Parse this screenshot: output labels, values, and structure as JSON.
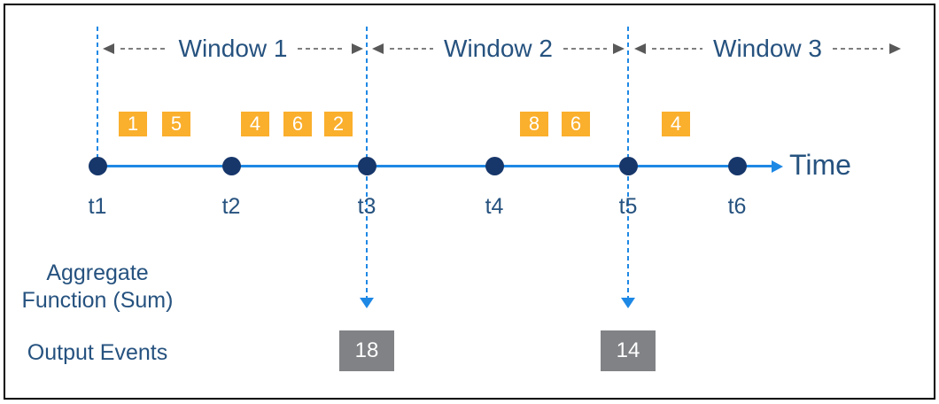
{
  "timeline": {
    "axis_label": "Time",
    "ticks": [
      "t1",
      "t2",
      "t3",
      "t4",
      "t5",
      "t6"
    ]
  },
  "windows": [
    {
      "label": "Window 1"
    },
    {
      "label": "Window 2"
    },
    {
      "label": "Window 3"
    }
  ],
  "input_events": [
    {
      "value": "1"
    },
    {
      "value": "5"
    },
    {
      "value": "4"
    },
    {
      "value": "6"
    },
    {
      "value": "2"
    },
    {
      "value": "8"
    },
    {
      "value": "6"
    },
    {
      "value": "4"
    }
  ],
  "aggregate": {
    "line1": "Aggregate",
    "line2": "Function (Sum)"
  },
  "output": {
    "label": "Output Events",
    "events": [
      {
        "value": "18",
        "at_tick": "t3"
      },
      {
        "value": "14",
        "at_tick": "t5"
      }
    ]
  },
  "colors": {
    "event_box": "#FAAF2D",
    "timeline_blue": "#1E88E5",
    "dot_navy": "#17376B",
    "output_box_gray": "#808285",
    "text_navy": "#26527F",
    "arrow_gray": "#595959"
  }
}
